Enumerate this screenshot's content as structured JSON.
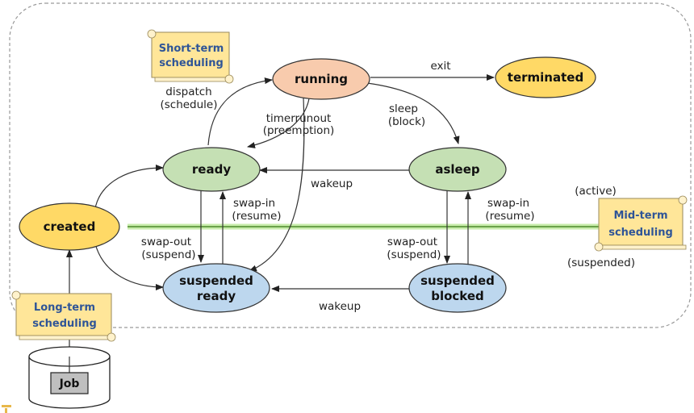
{
  "diagram": {
    "states": {
      "running": "running",
      "terminated": "terminated",
      "ready": "ready",
      "asleep": "asleep",
      "created": "created",
      "suspended_ready": [
        "suspended",
        "ready"
      ],
      "suspended_blocked": [
        "suspended",
        "blocked"
      ]
    },
    "transitions": {
      "exit": "exit",
      "dispatch": [
        "dispatch",
        "(schedule)"
      ],
      "timerrunout": [
        "timerrunout",
        "(preemption)"
      ],
      "sleep": [
        "sleep",
        "(block)"
      ],
      "wakeup_top": "wakeup",
      "wakeup_bottom": "wakeup",
      "swap_in_left": [
        "swap-in",
        "(resume)"
      ],
      "swap_out_left": [
        "swap-out",
        "(suspend)"
      ],
      "swap_in_right": [
        "swap-in",
        "(resume)"
      ],
      "swap_out_right": [
        "swap-out",
        "(suspend)"
      ]
    },
    "schedulers": {
      "short_term": [
        "Short-term",
        "scheduling"
      ],
      "mid_term": [
        "Mid-term",
        "scheduling"
      ],
      "long_term": [
        "Long-term",
        "scheduling"
      ]
    },
    "regions": {
      "active": "(active)",
      "suspended": "(suspended)"
    },
    "job": "Job",
    "colors": {
      "running": "#f8cbad",
      "terminated": "#ffd966",
      "active_states": "#c5e0b4",
      "created": "#ffd966",
      "suspended_states": "#bdd7ee",
      "scroll_fill": "#ffe699",
      "scroll_text": "#2f5597",
      "divider": "#8fcf5f",
      "job_box": "#bfbfbf"
    }
  }
}
